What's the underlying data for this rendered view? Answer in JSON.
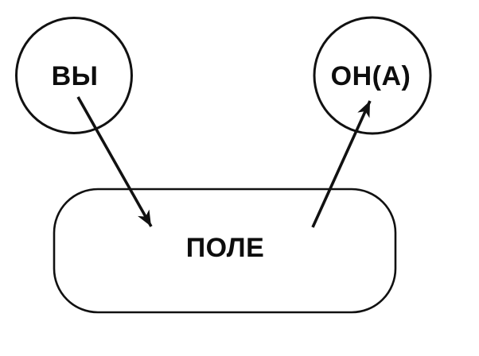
{
  "diagram": {
    "colors": {
      "background": "#ffffff",
      "stroke": "#111111",
      "text": "#0d0d0d"
    },
    "nodes": {
      "you": {
        "label": "ВЫ",
        "shape": "circle"
      },
      "other": {
        "label": "ОН(А)",
        "shape": "circle"
      },
      "field": {
        "label": "ПОЛЕ",
        "shape": "rounded-rectangle"
      }
    },
    "edges": [
      {
        "from": "ВЫ",
        "to": "ПОЛЕ",
        "style": "solid-arrow"
      },
      {
        "from": "ПОЛЕ",
        "to": "ОН(А)",
        "style": "solid-arrow"
      }
    ]
  }
}
